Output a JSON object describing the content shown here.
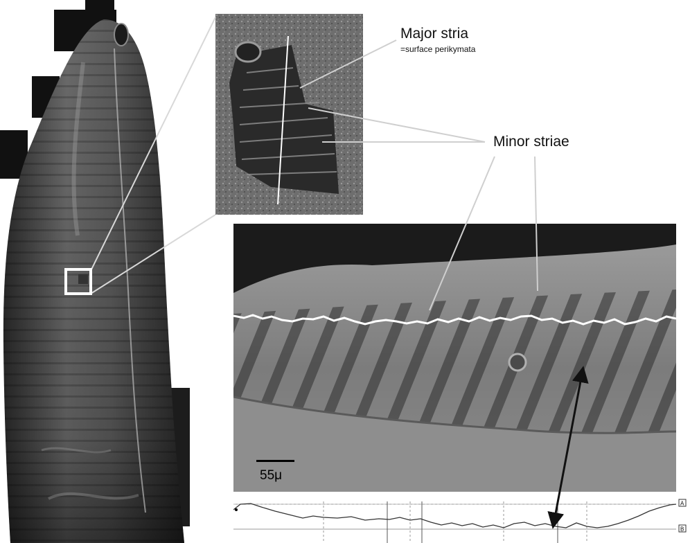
{
  "labels": {
    "major_stria": "Major stria",
    "major_stria_sub": "=surface perikymata",
    "minor_striae": "Minor striae",
    "scale_bar": "55μ"
  },
  "profile": {
    "marker_top": "A",
    "marker_bottom": "B"
  },
  "colors": {
    "background": "#ffffff",
    "callout_lines": "#d8d8d8",
    "profile_trace": "#ffffff",
    "arrow": "#111111"
  }
}
